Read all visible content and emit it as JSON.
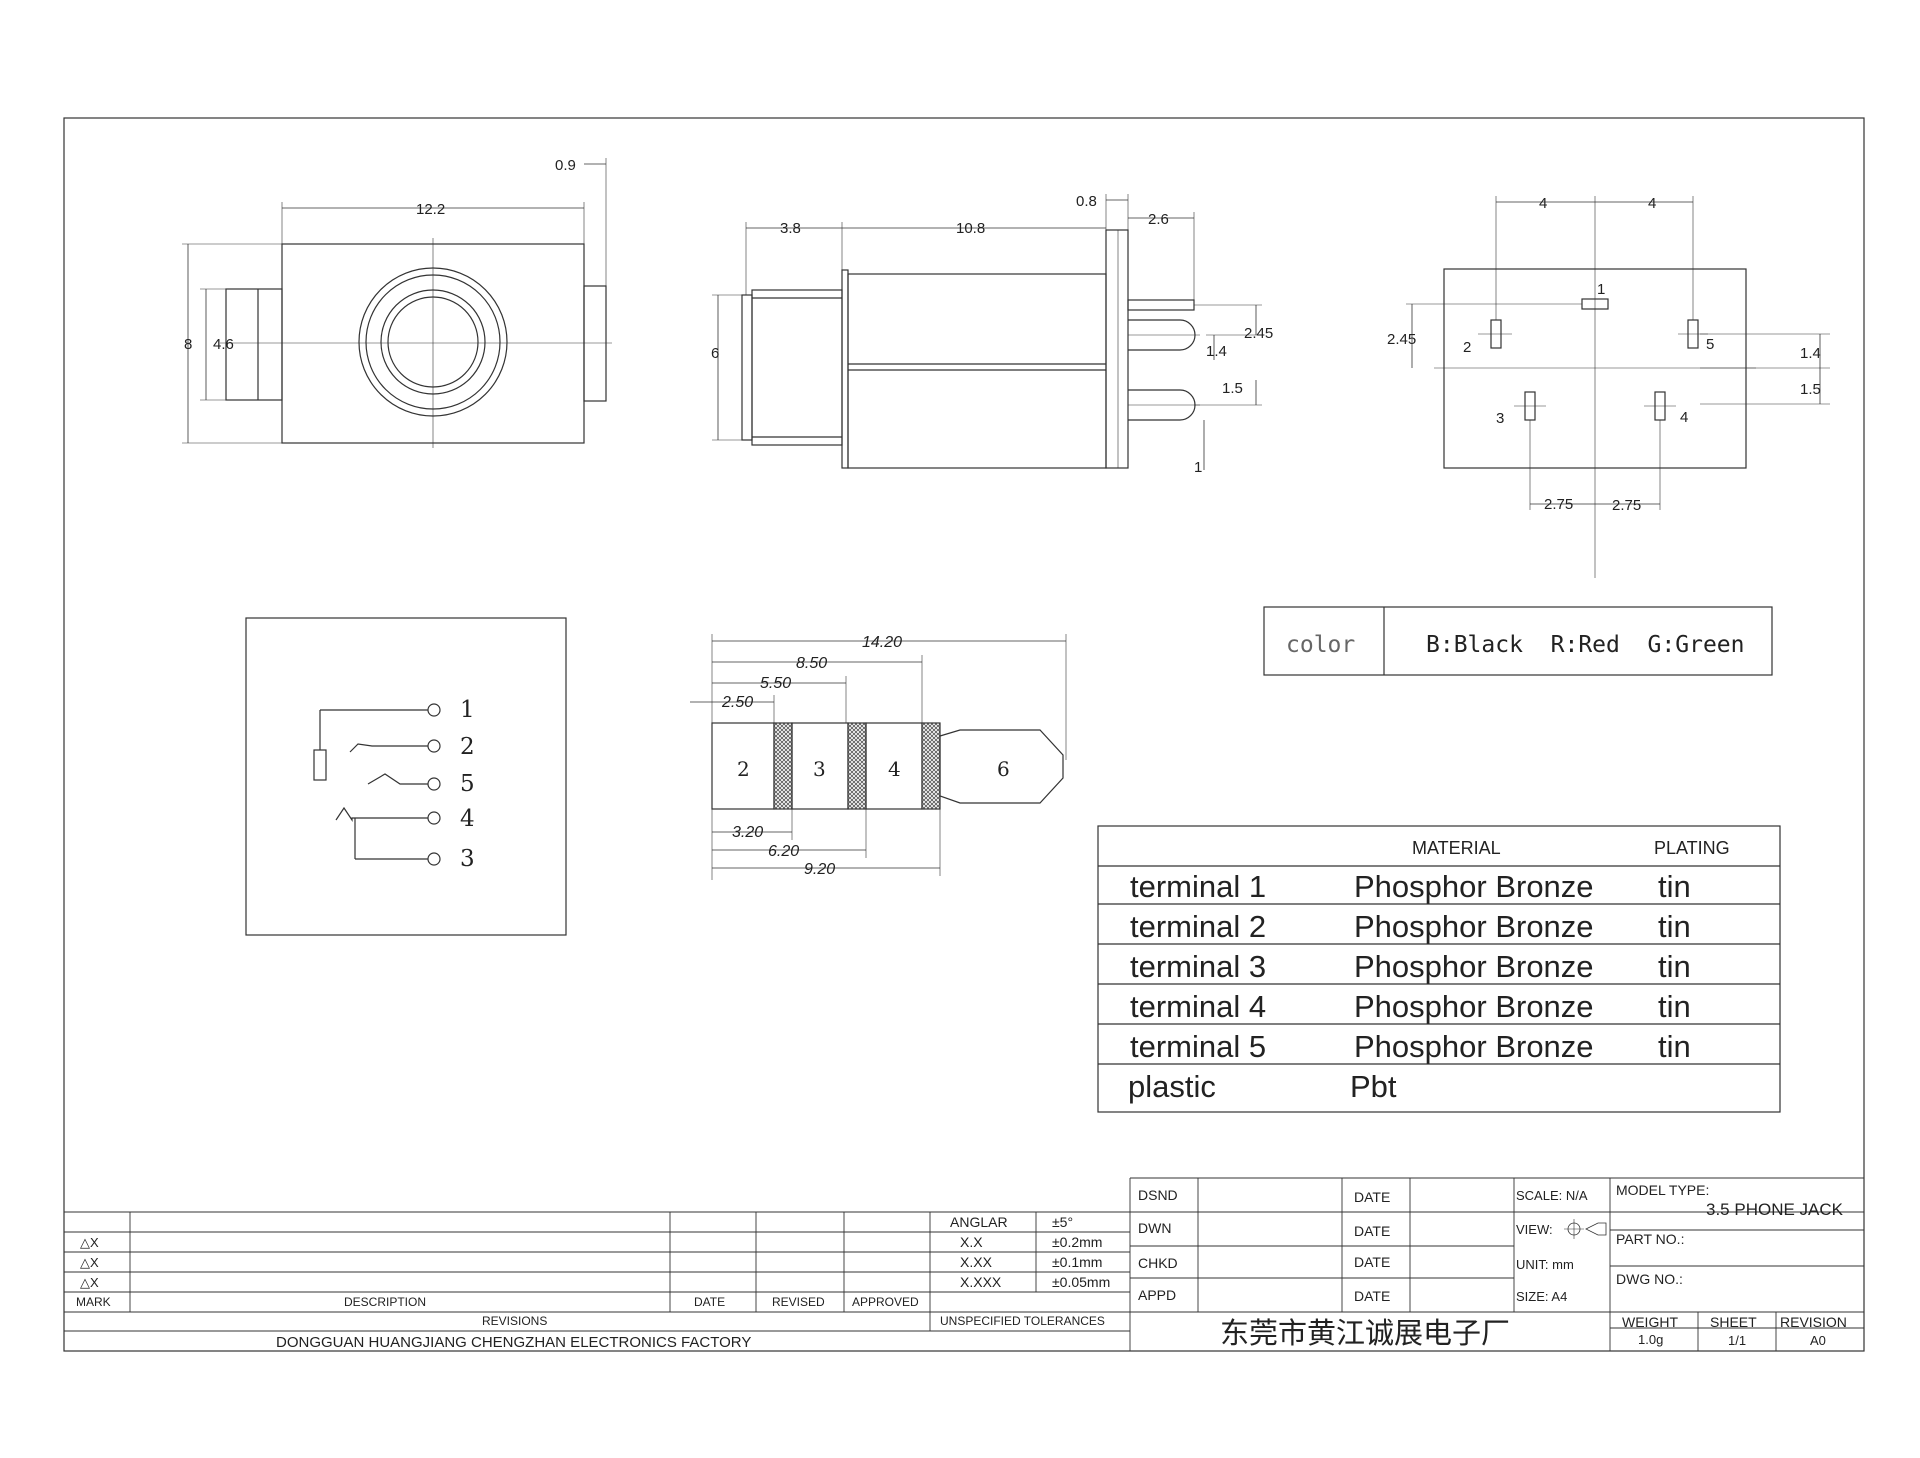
{
  "dims": {
    "front": {
      "d09": "0.9",
      "d122": "12.2",
      "d8": "8",
      "d46": "4.6"
    },
    "side": {
      "d08": "0.8",
      "d26": "2.6",
      "d38": "3.8",
      "d108": "10.8",
      "d6": "6",
      "d245": "2.45",
      "d14": "1.4",
      "d15": "1.5",
      "d1": "1"
    },
    "pins": {
      "d4a": "4",
      "d4b": "4",
      "d245": "2.45",
      "d14": "1.4",
      "d15": "1.5",
      "d275a": "2.75",
      "d275b": "2.75",
      "p1": "1",
      "p2": "2",
      "p3": "3",
      "p4": "4",
      "p5": "5"
    }
  },
  "schematic": {
    "pins": [
      "1",
      "2",
      "5",
      "4",
      "3"
    ]
  },
  "plug": {
    "dims": [
      "14.20",
      "8.50",
      "5.50",
      "2.50",
      "3.20",
      "6.20",
      "9.20"
    ],
    "segments": [
      "2",
      "3",
      "4",
      "6"
    ]
  },
  "color_legend": {
    "label": "color",
    "values": "B:Black  R:Red  G:Green"
  },
  "material_table": {
    "headers": [
      "MATERIAL",
      "PLATING"
    ],
    "rows": [
      {
        "part": "terminal 1",
        "material": "Phosphor Bronze",
        "plating": "tin"
      },
      {
        "part": "terminal 2",
        "material": "Phosphor Bronze",
        "plating": "tin"
      },
      {
        "part": "terminal 3",
        "material": "Phosphor Bronze",
        "plating": "tin"
      },
      {
        "part": "terminal 4",
        "material": "Phosphor Bronze",
        "plating": "tin"
      },
      {
        "part": "terminal 5",
        "material": "Phosphor Bronze",
        "plating": "tin"
      },
      {
        "part": "plastic",
        "material": "Pbt",
        "plating": ""
      }
    ]
  },
  "title_block": {
    "dsnd": "DSND",
    "dwn": "DWN",
    "chkd": "CHKD",
    "appd": "APPD",
    "date": "DATE",
    "scale": "SCALE: N/A",
    "view": "VIEW:",
    "unit": "UNIT: mm",
    "size": "SIZE: A4",
    "model_type_label": "MODEL TYPE:",
    "model_type": "3.5 PHONE JACK",
    "part_no": "PART NO.:",
    "dwg_no": "DWG NO.:",
    "company_cn": "东莞市黄江诚展电子厂",
    "weight_label": "WEIGHT",
    "weight": "1.0g",
    "sheet_label": "SHEET",
    "sheet": "1/1",
    "revision_label": "REVISION",
    "revision": "A0"
  },
  "revisions": {
    "tol_rows": [
      {
        "label": "ANGLAR",
        "value": "±5°"
      },
      {
        "label": "X.X",
        "value": "±0.2mm"
      },
      {
        "label": "X.XX",
        "value": "±0.1mm"
      },
      {
        "label": "X.XXX",
        "value": "±0.05mm"
      }
    ],
    "marks": [
      "△X",
      "△X",
      "△X"
    ],
    "mark": "MARK",
    "description": "DESCRIPTION",
    "date": "DATE",
    "revised": "REVISED",
    "approved": "APPROVED",
    "revisions_label": "REVISIONS",
    "unspecified": "UNSPECIFIED TOLERANCES",
    "company_en": "DONGGUAN HUANGJIANG CHENGZHAN ELECTRONICS FACTORY"
  }
}
